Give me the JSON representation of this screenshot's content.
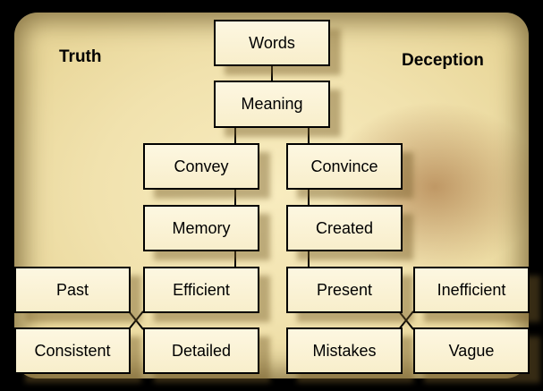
{
  "labels": {
    "truth": "Truth",
    "deception": "Deception"
  },
  "nodes": {
    "words": "Words",
    "meaning": "Meaning",
    "convey": "Convey",
    "convince": "Convince",
    "memory": "Memory",
    "created": "Created",
    "past": "Past",
    "efficient": "Efficient",
    "present": "Present",
    "inefficient": "Inefficient",
    "consistent": "Consistent",
    "detailed": "Detailed",
    "mistakes": "Mistakes",
    "vague": "Vague"
  },
  "colors": {
    "paper": "#f3e6b4",
    "box_fill": "#fcf4da",
    "stroke": "#000000",
    "shadow_stain": "#96582a"
  }
}
